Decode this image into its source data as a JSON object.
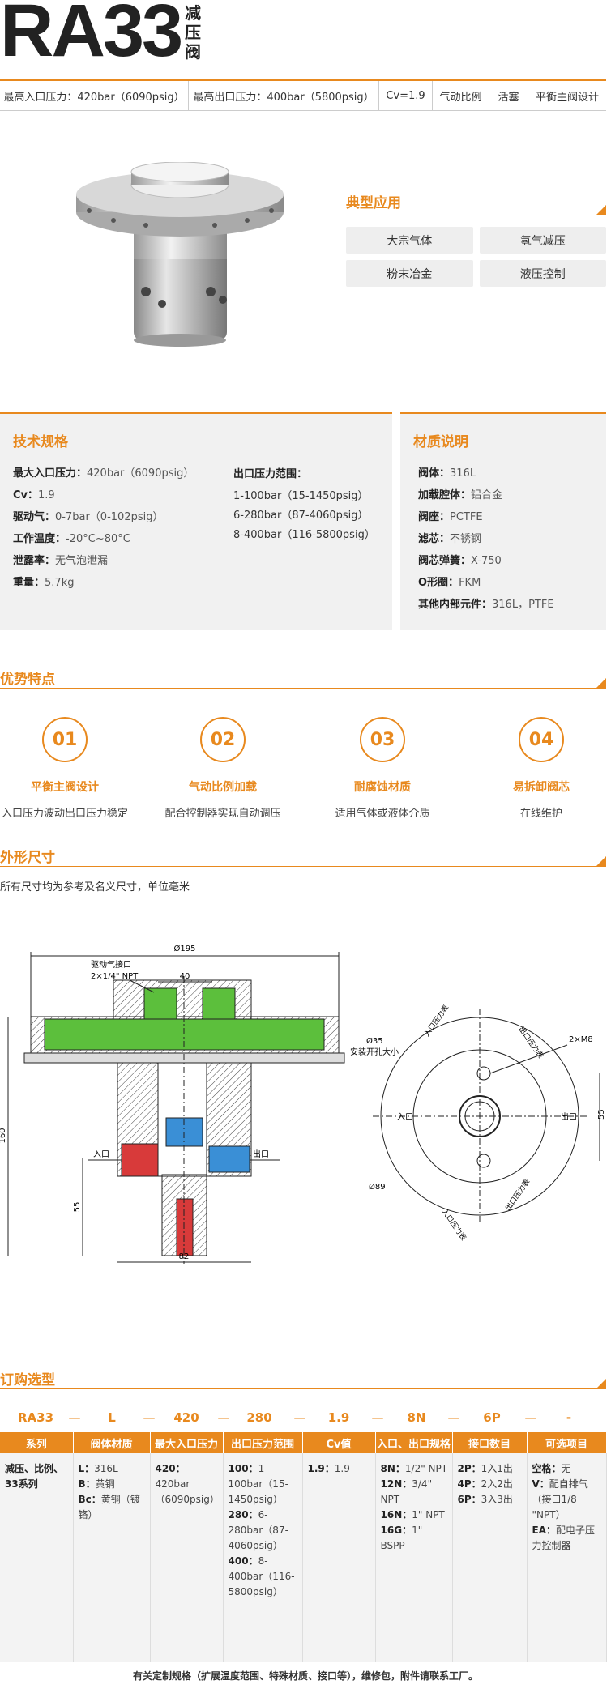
{
  "header": {
    "model": "RA33",
    "subtitle": "减压阀"
  },
  "spec_bar": [
    "最高入口压力：420bar（6090psig）",
    "最高出口压力：400bar（5800psig）",
    "Cv=1.9",
    "气动比例",
    "活塞",
    "平衡主阀设计"
  ],
  "applications": {
    "title": "典型应用",
    "items": [
      "大宗气体",
      "氢气减压",
      "粉末冶金",
      "液压控制"
    ]
  },
  "tech": {
    "title": "技术规格",
    "left": [
      {
        "k": "最大入口压力：",
        "v": "420bar（6090psig）"
      },
      {
        "k": "Cv：",
        "v": "1.9"
      },
      {
        "k": "驱动气：",
        "v": "0-7bar（0-102psig）"
      },
      {
        "k": "工作温度：",
        "v": "-20°C~80°C"
      },
      {
        "k": "泄露率：",
        "v": "无气泡泄漏"
      },
      {
        "k": "重量：",
        "v": "5.7kg"
      }
    ],
    "right_title": "出口压力范围：",
    "right": [
      "1-100bar（15-1450psig）",
      "6-280bar（87-4060psig）",
      "8-400bar（116-5800psig）"
    ]
  },
  "material": {
    "title": "材质说明",
    "items": [
      {
        "k": "阀体：",
        "v": "316L"
      },
      {
        "k": "加载腔体：",
        "v": "铝合金"
      },
      {
        "k": "阀座：",
        "v": "PCTFE"
      },
      {
        "k": "滤芯：",
        "v": "不锈钢"
      },
      {
        "k": "阀芯弹簧：",
        "v": "X-750"
      },
      {
        "k": "O形圈：",
        "v": "FKM"
      },
      {
        "k": "其他内部元件：",
        "v": "316L，PTFE"
      }
    ]
  },
  "features": {
    "title": "优势特点",
    "items": [
      {
        "num": "01",
        "title": "平衡主阀设计",
        "desc": "入口压力波动出口压力稳定"
      },
      {
        "num": "02",
        "title": "气动比例加载",
        "desc": "配合控制器实现自动调压"
      },
      {
        "num": "03",
        "title": "耐腐蚀材质",
        "desc": "适用气体或液体介质"
      },
      {
        "num": "04",
        "title": "易拆卸阀芯",
        "desc": "在线维护"
      }
    ]
  },
  "dimensions": {
    "title": "外形尺寸",
    "note": "所有尺寸均为参考及名义尺寸，单位毫米",
    "labels": {
      "d195": "Ø195",
      "drive_port": "驱动气接口",
      "drive_port_spec": "2×1/4\" NPT",
      "d40": "40",
      "h160": "160",
      "h55": "55",
      "w82": "82",
      "inlet": "入口",
      "outlet": "出口",
      "d35": "Ø35",
      "mount_hole": "安装开孔大小",
      "m8": "2×M8",
      "d89": "Ø89",
      "h55r": "55",
      "inlet_gauge": "入口压力表",
      "outlet_gauge": "出口压力表"
    }
  },
  "ordering": {
    "title": "订购选型",
    "code": [
      "RA33",
      "L",
      "420",
      "280",
      "1.9",
      "8N",
      "6P",
      "-"
    ],
    "separator": "—",
    "headers": [
      "系列",
      "阀体材质",
      "最大入口压力",
      "出口压力范围",
      "Cv值",
      "入口、出口规格",
      "接口数目",
      "可选项目"
    ],
    "columns": [
      [
        {
          "k": "",
          "v": "减压、比例、33系列"
        }
      ],
      [
        {
          "k": "L：",
          "v": "316L"
        },
        {
          "k": "B：",
          "v": "黄铜"
        },
        {
          "k": "Bc：",
          "v": "黄铜（镀铬）"
        }
      ],
      [
        {
          "k": "420：",
          "v": "420bar（6090psig）"
        }
      ],
      [
        {
          "k": "100：",
          "v": "1-100bar（15-1450psig）"
        },
        {
          "k": "280：",
          "v": "6-280bar（87-4060psig）"
        },
        {
          "k": "400：",
          "v": "8-400bar（116-5800psig）"
        }
      ],
      [
        {
          "k": "1.9：",
          "v": "1.9"
        }
      ],
      [
        {
          "k": "8N：",
          "v": "1/2\" NPT"
        },
        {
          "k": "12N：",
          "v": "3/4\" NPT"
        },
        {
          "k": "16N：",
          "v": "1\" NPT"
        },
        {
          "k": "16G：",
          "v": "1\" BSPP"
        }
      ],
      [
        {
          "k": "2P：",
          "v": "1入1出"
        },
        {
          "k": "4P：",
          "v": "2入2出"
        },
        {
          "k": "6P：",
          "v": "3入3出"
        }
      ],
      [
        {
          "k": "空格：",
          "v": "无"
        },
        {
          "k": "V：",
          "v": "配自排气（接口1/8 \"NPT）"
        },
        {
          "k": "EA：",
          "v": "配电子压力控制器"
        }
      ]
    ]
  },
  "footer_note": "有关定制规格（扩展温度范围、特殊材质、接口等），维修包，附件请联系工厂。",
  "colors": {
    "accent": "#e8891e"
  }
}
